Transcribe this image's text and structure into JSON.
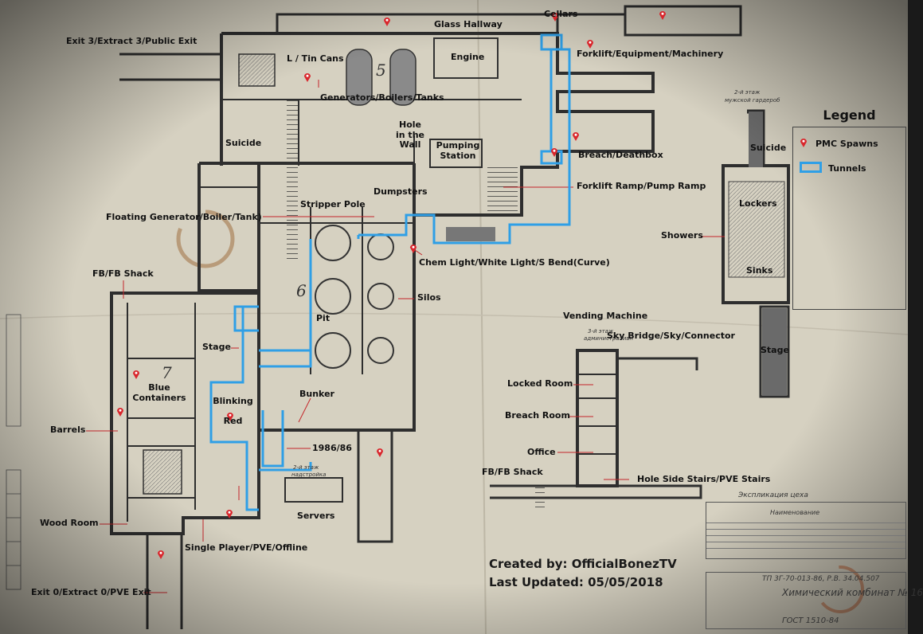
{
  "legend": {
    "title": "Legend",
    "pmc_spawns_label": "PMC Spawns",
    "tunnels_label": "Tunnels",
    "tunnel_color": "#2f9fe6",
    "pin_color": "#d9262c"
  },
  "credits": {
    "created_by": "Created by: OfficialBonezTV",
    "last_updated": "Last Updated: 05/05/2018"
  },
  "labels": {
    "cellars": "Cellars",
    "glass_hallway": "Glass Hallway",
    "exit3": "Exit 3/Extract 3/Public Exit",
    "l_tin_cans": "L / Tin Cans",
    "engine": "Engine",
    "forklift_equipment": "Forklift/Equipment/Machinery",
    "generators": "Generators/Boilers/Tanks",
    "hole_line1": "Hole",
    "hole_line2": "in the",
    "hole_line3": "Wall",
    "pumping_line1": "Pumping",
    "pumping_line2": "Station",
    "suicide_left": "Suicide",
    "breach_deathbox": "Breach/Deathbox",
    "dumpsters": "Dumpsters",
    "forklift_ramp": "Forklift Ramp/Pump Ramp",
    "stripper_pole": "Stripper Pole",
    "floating_generator": "Floating Generator/Boiler/Tank)",
    "chem_light": "Chem Light/White Light/S Bend(Curve)",
    "fb_shack_left": "FB/FB Shack",
    "silos": "Silos",
    "pit": "Pit",
    "stage_left": "Stage",
    "blue_line1": "Blue",
    "blue_line2": "Containers",
    "blinking_line1": "Blinking",
    "blinking_line2": "Red",
    "bunker": "Bunker",
    "barrels": "Barrels",
    "label_1986": "1986/86",
    "servers": "Servers",
    "wood_room": "Wood Room",
    "single_player": "Single Player/PVE/Offline",
    "exit0": "Exit 0/Extract 0/PVE Exit",
    "suicide_right": "Suicide",
    "lockers": "Lockers",
    "showers": "Showers",
    "sinks": "Sinks",
    "stage_right": "Stage",
    "vending_machine": "Vending Machine",
    "sky_bridge": "Sky Bridge/Sky/Connector",
    "locked_room": "Locked Room",
    "breach_room": "Breach Room",
    "office": "Office",
    "fb_shack_right": "FB/FB Shack",
    "hole_side_stairs": "Hole Side Stairs/PVE Stairs"
  },
  "building_numbers": {
    "n5": "5",
    "n6": "6",
    "n7": "7"
  },
  "blueprint_text": {
    "floor2_men": "2-й этаж",
    "floor2_men_sub": "мужской гардероб",
    "floor3_admin": "3-й этаж",
    "floor3_admin_sub": "административн",
    "floor2_add": "2-й этаж",
    "floor2_add_sub": "надстройка",
    "explication": "Экспликация цеха",
    "naimenovanie": "Наименование",
    "doc_code": "ТП 3Г-70-013-86, Р.В. 34.04.507",
    "plant_name": "Химический комбинат № 16",
    "gost": "ГОСТ 1510-84"
  }
}
